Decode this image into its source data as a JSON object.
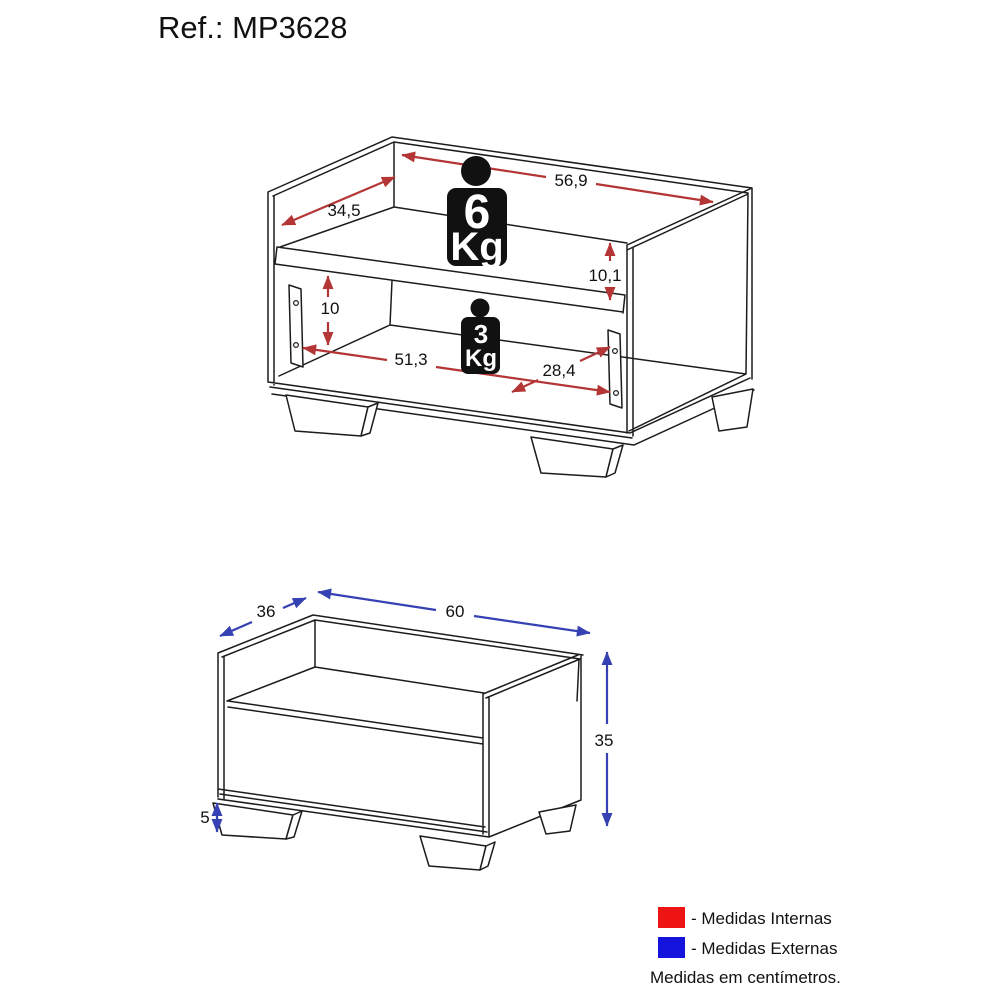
{
  "title": "Ref.: MP3628",
  "internal_view": {
    "width": "56,9",
    "depth": "34,5",
    "upper_gap_height": "10,1",
    "lower_gap_height": "10",
    "drawer_width": "51,3",
    "drawer_depth": "28,4",
    "shelf_weight": {
      "value": "6",
      "unit": "Kg"
    },
    "drawer_weight": {
      "value": "3",
      "unit": "Kg"
    }
  },
  "external_view": {
    "width": "60",
    "depth": "36",
    "height": "35",
    "feet_height": "5"
  },
  "legend": {
    "internal": {
      "label": "- Medidas Internas",
      "color": "#ee1414"
    },
    "external": {
      "label": "- Medidas Externas",
      "color": "#1414dd"
    },
    "note": "Medidas em centímetros."
  },
  "colors": {
    "internal_arrow": "#b43535",
    "external_arrow": "#3642b4",
    "weight_badge": "#111111"
  }
}
